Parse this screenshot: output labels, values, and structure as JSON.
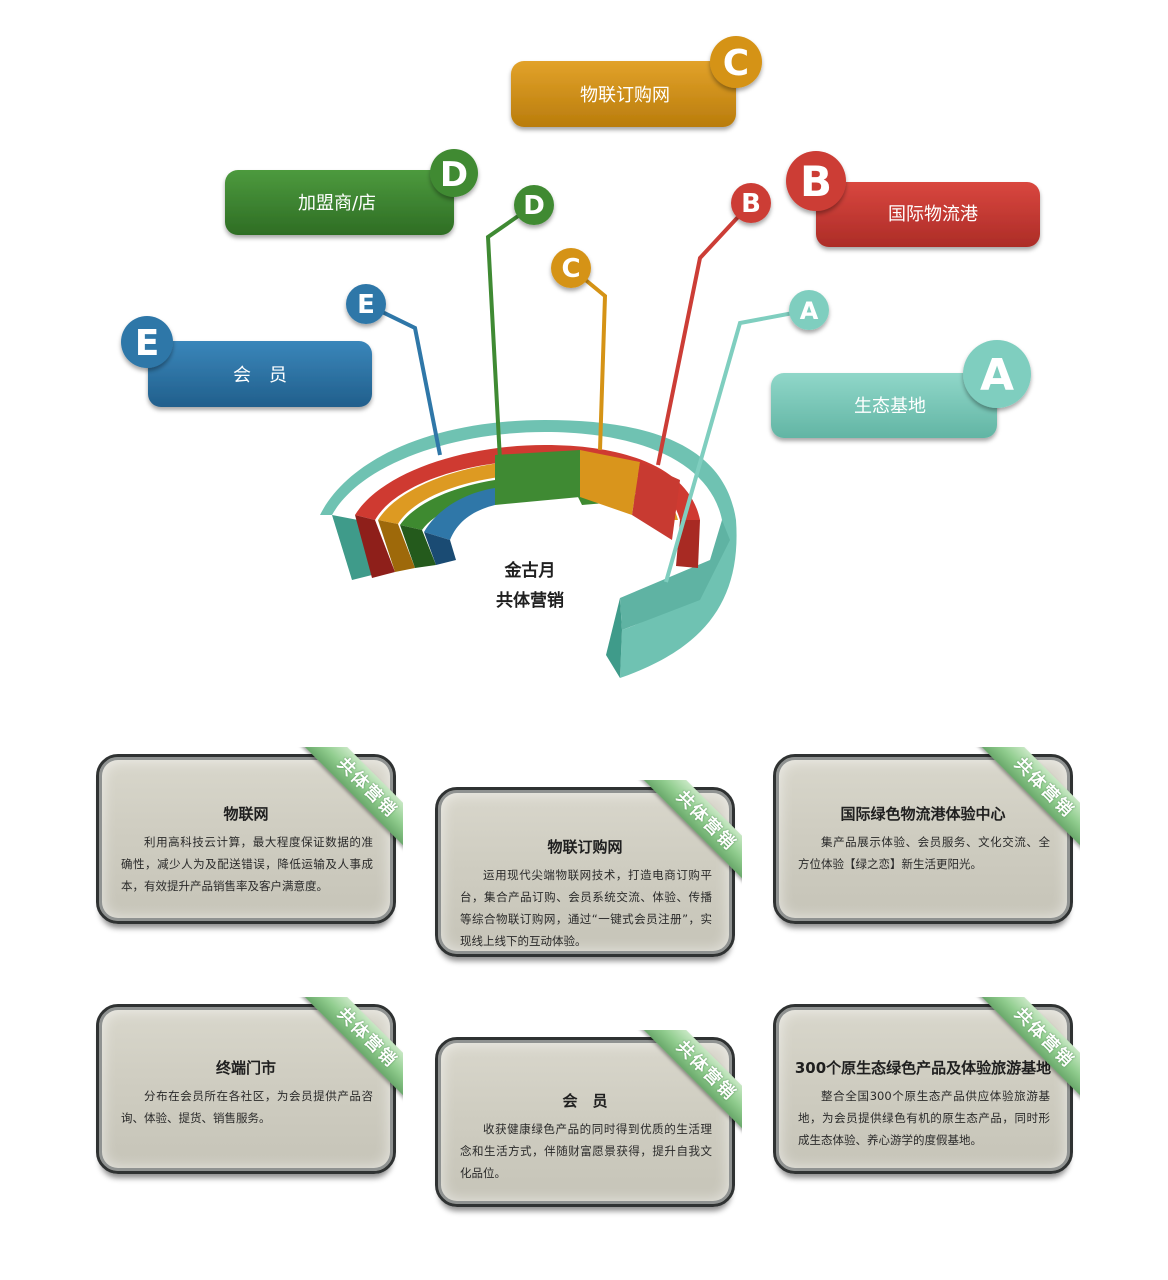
{
  "center": {
    "line1": "金古月",
    "line2": "共体营销"
  },
  "labels": [
    {
      "letter": "C",
      "text": "物联订购网",
      "color": "#d59316"
    },
    {
      "letter": "D",
      "text": "加盟商/店",
      "color": "#3f8a33"
    },
    {
      "letter": "B",
      "text": "国际物流港",
      "color": "#cc3d36"
    },
    {
      "letter": "E",
      "text": "会　员",
      "color": "#2f77a8"
    },
    {
      "letter": "A",
      "text": "生态基地",
      "color": "#7fcebf"
    }
  ],
  "markers": [
    {
      "letter": "E",
      "color": "#2f77a8"
    },
    {
      "letter": "D",
      "color": "#3f8a33"
    },
    {
      "letter": "C",
      "color": "#d59316"
    },
    {
      "letter": "B",
      "color": "#cc3d36"
    },
    {
      "letter": "A",
      "color": "#7fcebf"
    }
  ],
  "ribbon_text": "共体营销",
  "cards": [
    {
      "title": "物联网",
      "body": "利用高科技云计算，最大程度保证数据的准确性，减少人为及配送错误，降低运输及人事成本，有效提升产品销售率及客户满意度。"
    },
    {
      "title": "物联订购网",
      "body": "运用现代尖端物联网技术，打造电商订购平台，集合产品订购、会员系统交流、体验、传播等综合物联订购网，通过“一键式会员注册”，实现线上线下的互动体验。"
    },
    {
      "title": "国际绿色物流港体验中心",
      "body": "集产品展示体验、会员服务、文化交流、全方位体验【绿之恋】新生活更阳光。"
    },
    {
      "title": "终端门市",
      "body": "分布在会员所在各社区，为会员提供产品咨询、体验、提货、销售服务。"
    },
    {
      "title": "会　员",
      "body": "收获健康绿色产品的同时得到优质的生活理念和生活方式，伴随财富愿景获得，提升自我文化品位。"
    },
    {
      "title": "300个原生态绿色产品及体验旅游基地",
      "body": "整合全国300个原生态产品供应体验旅游基地，为会员提供绿色有机的原生态产品，同时形成生态体验、养心游学的度假基地。"
    }
  ]
}
